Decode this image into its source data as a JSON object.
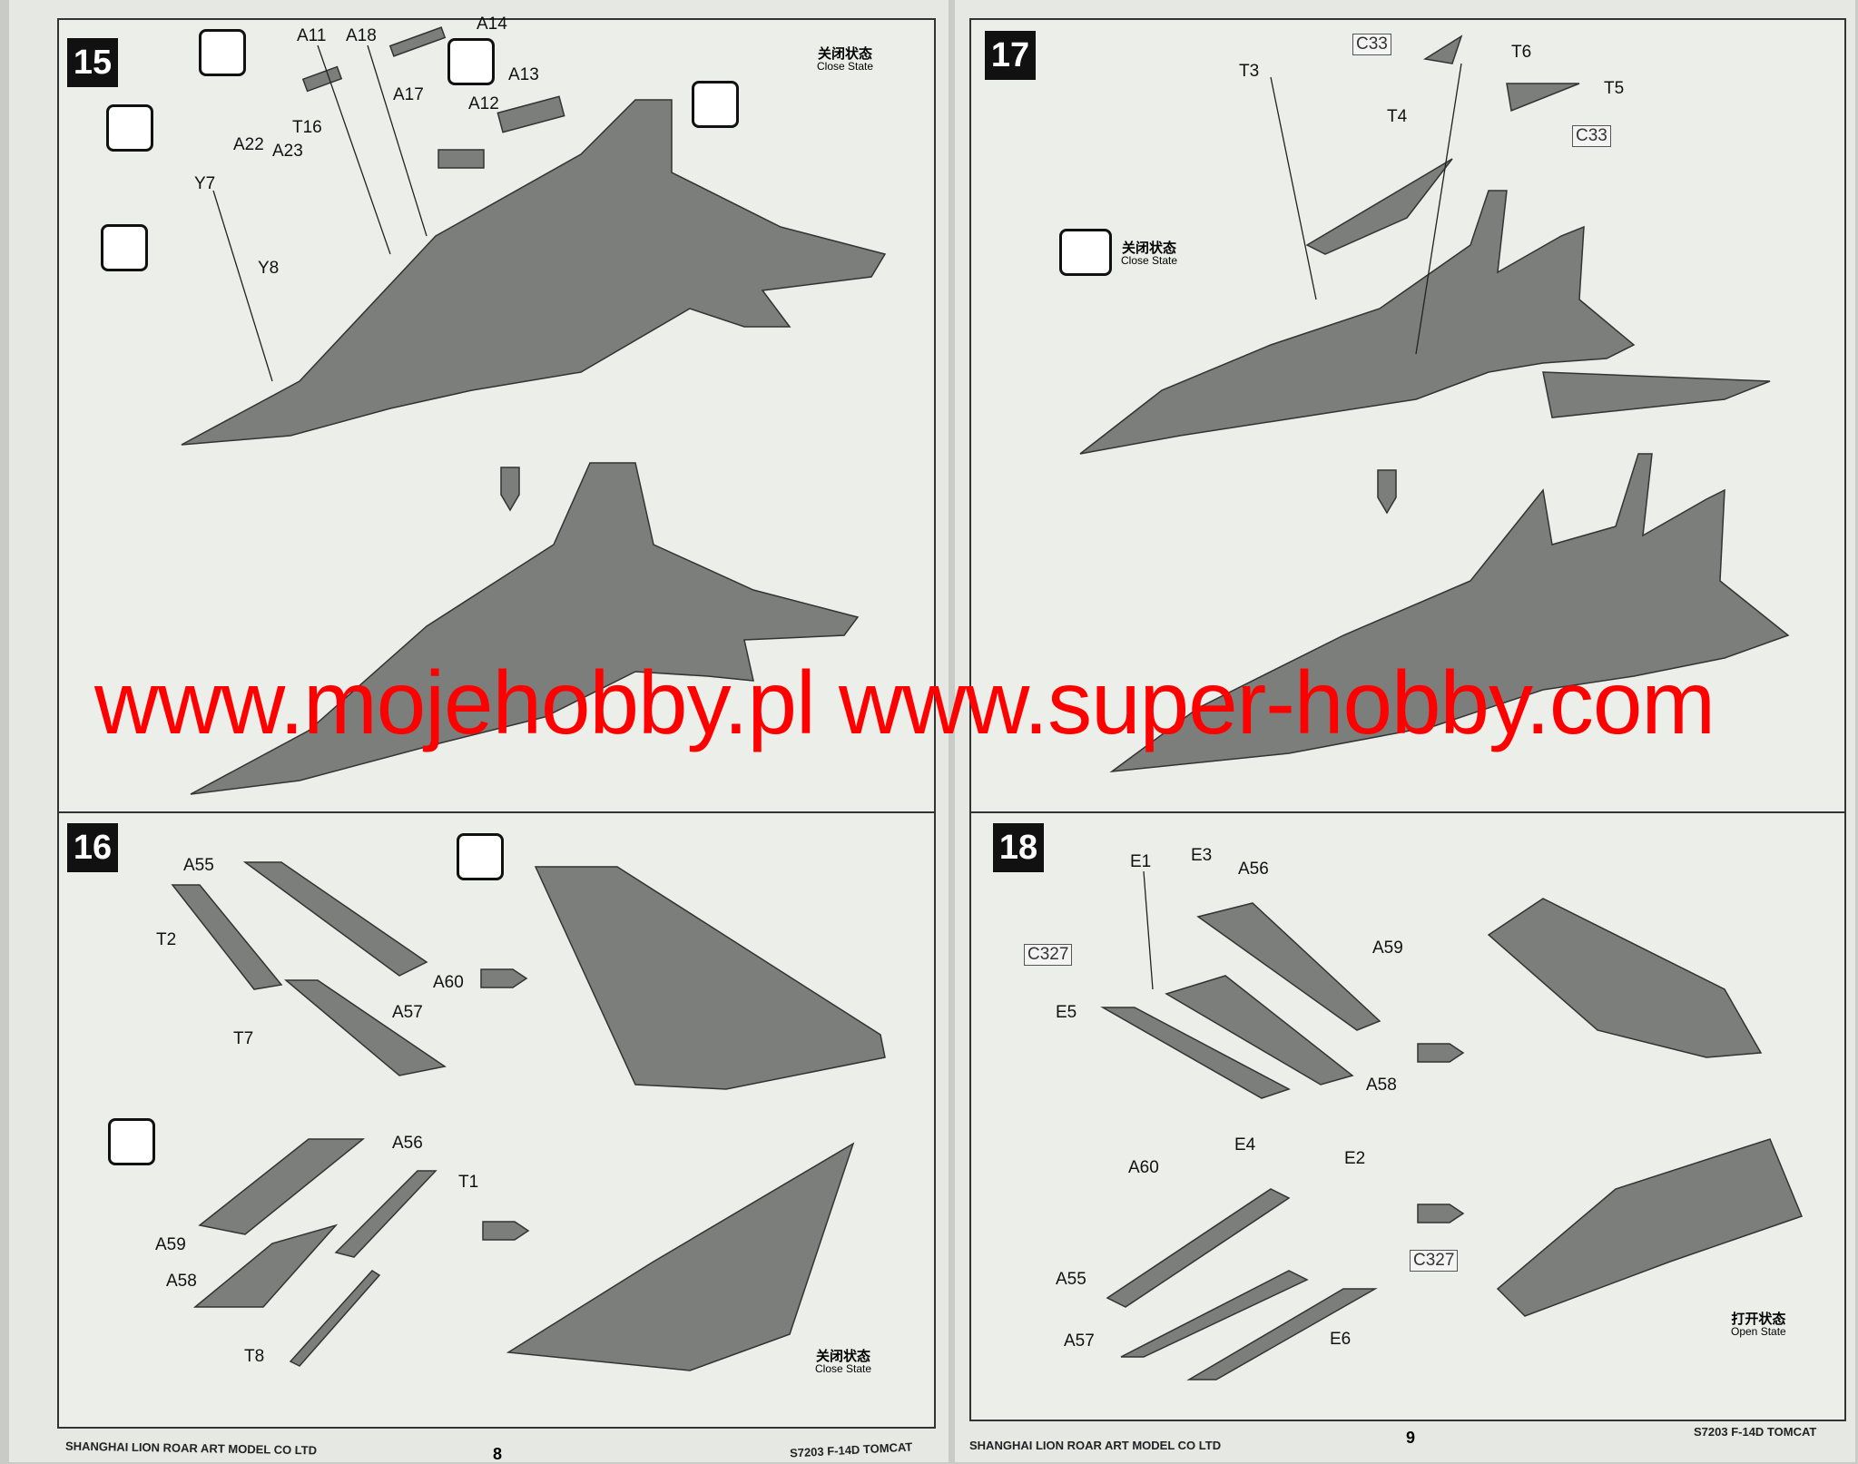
{
  "pages": [
    {
      "page_number": "8",
      "company": "SHANGHAI LION ROAR ART MODEL CO LTD",
      "code": "S7203  F-14D   TOMCAT"
    },
    {
      "page_number": "9",
      "company": "SHANGHAI LION ROAR ART MODEL CO LTD",
      "code": "S7203  F-14D   TOMCAT"
    }
  ],
  "steps": {
    "s15": {
      "number": "15",
      "state_cn": "关闭状态",
      "state_en": "Close State",
      "parts": [
        "A11",
        "A18",
        "A14",
        "A13",
        "A17",
        "A12",
        "T16",
        "A22",
        "A23",
        "Y7",
        "Y8"
      ]
    },
    "s16": {
      "number": "16",
      "state_cn": "关闭状态",
      "state_en": "Close State",
      "parts": [
        "A55",
        "T2",
        "A60",
        "A57",
        "T7",
        "A56",
        "T1",
        "A59",
        "A58",
        "T8"
      ]
    },
    "s17": {
      "number": "17",
      "state_cn": "关闭状态",
      "state_en": "Close State",
      "parts": [
        "C33",
        "T6",
        "T3",
        "T5",
        "T4",
        "C33"
      ]
    },
    "s18": {
      "number": "18",
      "state_cn": "打开状态",
      "state_en": "Open State",
      "parts": [
        "E1",
        "E3",
        "A56",
        "C327",
        "A59",
        "E5",
        "A58",
        "E4",
        "A60",
        "E2",
        "C327",
        "A55",
        "A57",
        "E6"
      ]
    }
  },
  "watermark": "www.mojehobby.pl www.super-hobby.com",
  "colors": {
    "part_gray": "#7b7e7b",
    "watermark": "#ff0000"
  }
}
